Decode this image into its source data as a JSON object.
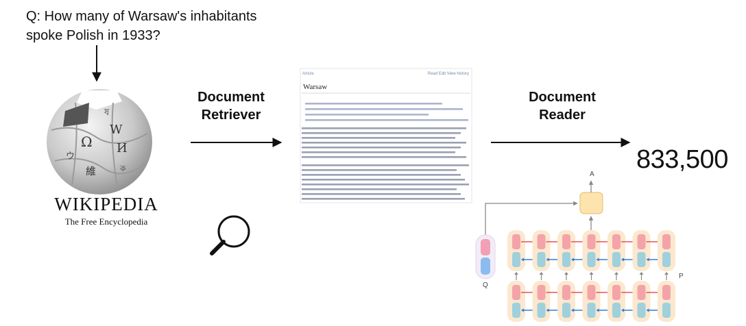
{
  "question": {
    "line1": "Q:  How many of Warsaw's inhabitants",
    "line2": "spoke Polish in 1933?"
  },
  "wikipedia": {
    "title": "WIKIPEDIA",
    "subtitle": "The Free Encyclopedia"
  },
  "retriever": {
    "line1": "Document",
    "line2": "Retriever"
  },
  "document": {
    "title": "Warsaw",
    "nav_left": "Article",
    "nav_right": "Read  Edit  View history"
  },
  "reader": {
    "line1": "Document",
    "line2": "Reader"
  },
  "answer": "833,500",
  "model": {
    "label_a": "A",
    "label_q": "Q",
    "label_p": "P",
    "columns": 7,
    "colors": {
      "cell_pink": "#f4a3a8",
      "cell_blue": "#9fd0dc",
      "arrow_red": "#e8505b",
      "arrow_blue": "#2f7fd8",
      "panel": "#fbe8cf",
      "attention": "#fde3ad",
      "q_pink": "#f2a0b4",
      "q_blue": "#8bbcf0"
    }
  },
  "icons": {
    "globe": "wikipedia-globe-icon",
    "search": "magnifier-icon"
  }
}
